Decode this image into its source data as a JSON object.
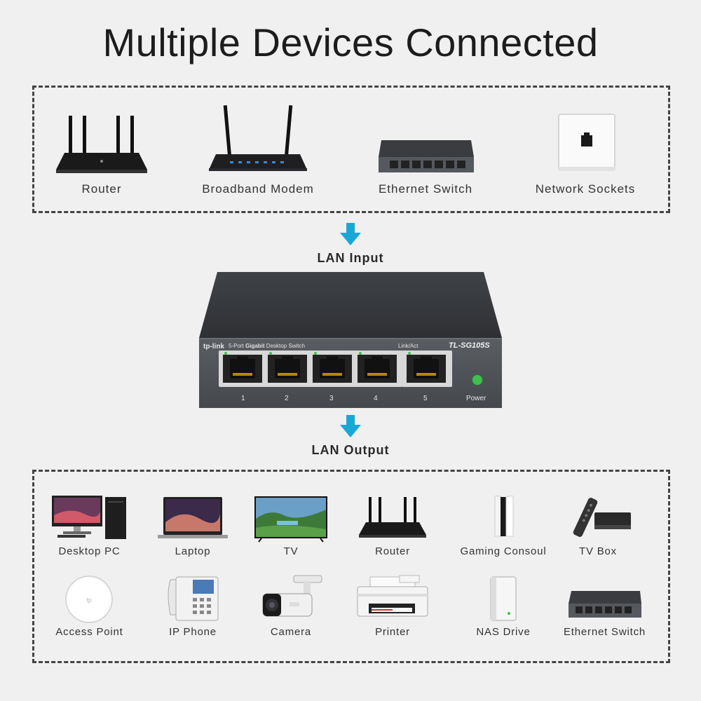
{
  "title": "Multiple Devices Connected",
  "input_devices": [
    {
      "label": "Router",
      "icon": "router-icon"
    },
    {
      "label": "Broadband Modem",
      "icon": "modem-icon"
    },
    {
      "label": "Ethernet Switch",
      "icon": "ethernet-switch-icon"
    },
    {
      "label": "Network Sockets",
      "icon": "network-socket-icon"
    }
  ],
  "lan_input_label": "LAN Input",
  "lan_output_label": "LAN Output",
  "switch": {
    "brand": "tp-link",
    "description_prefix": "5-Port ",
    "description_bold": "Gigabit",
    "description_suffix": " Desktop Switch",
    "model": "TL-SG105S",
    "link_act_label": "Link/Act",
    "ports": [
      "1",
      "2",
      "3",
      "4",
      "5"
    ],
    "power_label": "Power"
  },
  "output_devices_row1": [
    {
      "label": "Desktop PC",
      "icon": "desktop-pc-icon"
    },
    {
      "label": "Laptop",
      "icon": "laptop-icon"
    },
    {
      "label": "TV",
      "icon": "tv-icon"
    },
    {
      "label": "Router",
      "icon": "router-icon"
    },
    {
      "label": "Gaming Consoul",
      "icon": "gaming-console-icon"
    },
    {
      "label": "TV Box",
      "icon": "tv-box-icon"
    }
  ],
  "output_devices_row2": [
    {
      "label": "Access Point",
      "icon": "access-point-icon"
    },
    {
      "label": "IP Phone",
      "icon": "ip-phone-icon"
    },
    {
      "label": "Camera",
      "icon": "camera-icon"
    },
    {
      "label": "Printer",
      "icon": "printer-icon"
    },
    {
      "label": "NAS Drive",
      "icon": "nas-drive-icon"
    },
    {
      "label": "Ethernet Switch",
      "icon": "ethernet-switch-icon"
    }
  ],
  "colors": {
    "arrow": "#1aa7d8",
    "switch_body": "#4a4d52",
    "power_led": "#3fbf4f",
    "dashed_border": "#444444"
  }
}
